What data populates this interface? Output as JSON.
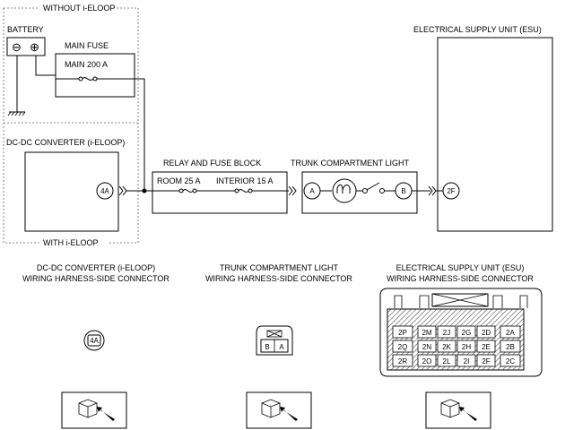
{
  "labels": {
    "without_eloop": "WITHOUT i-ELOOP",
    "with_eloop": "WITH i-ELOOP",
    "battery": "BATTERY",
    "main_fuse": "MAIN FUSE",
    "main_fuse_rating": "MAIN 200 A",
    "dcdc_converter": "DC-DC CONVERTER (i-ELOOP)",
    "relay_fuse_block": "RELAY AND FUSE BLOCK",
    "room_fuse": "ROOM 25 A",
    "interior_fuse": "INTERIOR 15 A",
    "trunk_light": "TRUNK COMPARTMENT LIGHT",
    "esu": "ELECTRICAL SUPPLY UNIT (ESU)"
  },
  "terminals": {
    "dcdc": "4A",
    "light_a": "A",
    "light_b": "B",
    "esu": "2F"
  },
  "battery_symbols": {
    "neg": "⊖",
    "pos": "⊕"
  },
  "connectors": {
    "dcdc": {
      "line1": "DC-DC CONVERTER (i-ELOOP)",
      "line2": "WIRING HARNESS-SIDE CONNECTOR",
      "pin": "4A"
    },
    "trunk": {
      "line1": "TRUNK COMPARTMENT LIGHT",
      "line2": "WIRING HARNESS-SIDE CONNECTOR",
      "pins": [
        "B",
        "A"
      ]
    },
    "esu": {
      "line1": "ELECTRICAL SUPPLY UNIT (ESU)",
      "line2": "WIRING HARNESS-SIDE CONNECTOR",
      "pins": {
        "p2P": "2P",
        "p2M": "2M",
        "p2J": "2J",
        "p2G": "2G",
        "p2D": "2D",
        "p2A": "2A",
        "p2Q": "2Q",
        "p2N": "2N",
        "p2K": "2K",
        "p2B": "2B",
        "p2R": "2R",
        "p2O": "2O",
        "p2L": "2L",
        "p2H": "2H",
        "p2E": "2E",
        "p2I": "2I",
        "p2F": "2F",
        "p2C": "2C"
      }
    }
  }
}
